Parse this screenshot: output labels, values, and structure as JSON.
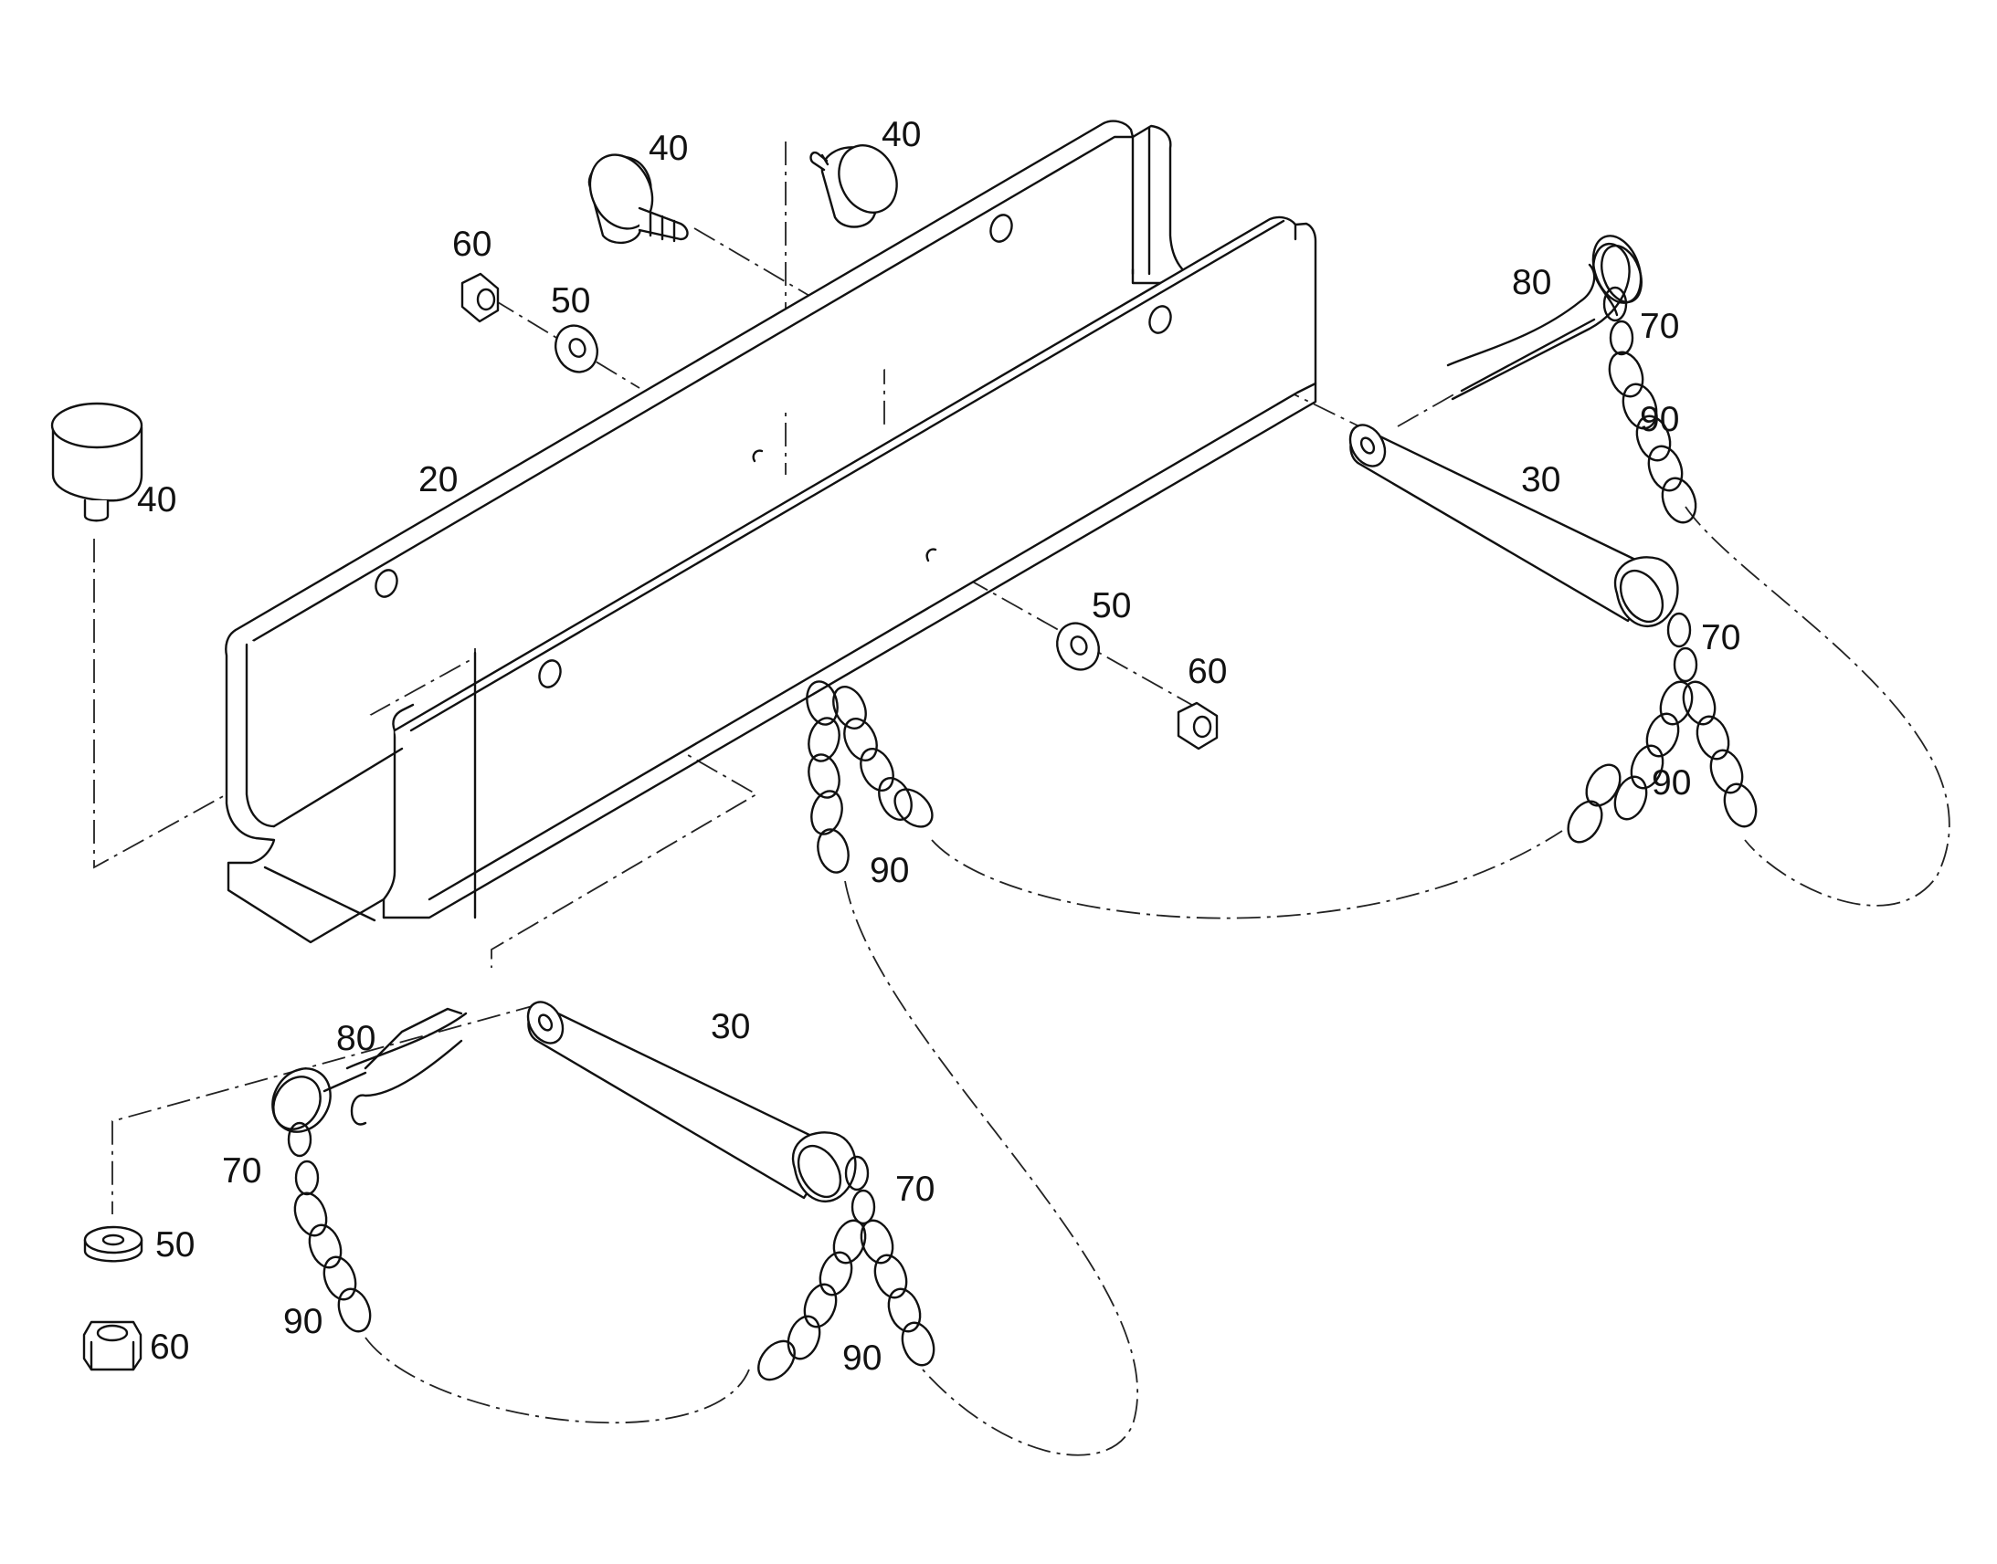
{
  "diagram": {
    "callouts": [
      "20",
      "30",
      "40",
      "50",
      "60",
      "70",
      "80",
      "90"
    ]
  }
}
